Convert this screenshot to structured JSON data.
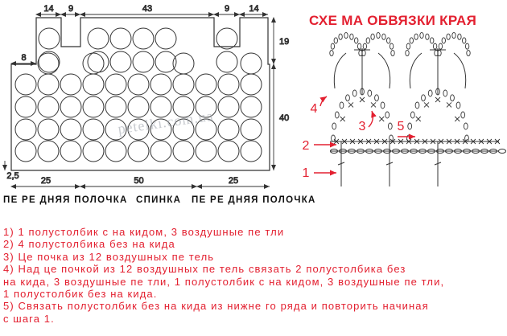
{
  "pattern": {
    "dimensions": {
      "top_left_strap": "14",
      "top_left_gap": "9",
      "top_middle": "43",
      "top_right_gap": "9",
      "top_right_strap": "14",
      "left_step": "8",
      "right_upper_height": "19",
      "right_lower_height": "40",
      "left_bottom_small": "2,5",
      "bottom_left": "25",
      "bottom_middle": "50",
      "bottom_right": "25"
    },
    "labels": {
      "front_left": "ПЕ РЕ ДНЯЯ ПОЛОЧКА",
      "back": "СПИНКА",
      "front_right": "ПЕ РЕ ДНЯЯ ПОЛОЧКА"
    },
    "watermark": "petelki.com.ua"
  },
  "scheme": {
    "title": "СХЕ МА ОБВЯЗКИ КРАЯ",
    "markers": [
      "1",
      "2",
      "3",
      "4",
      "5"
    ],
    "accent_color": "#e32030"
  },
  "instructions": [
    "1) 1 полустолбик с на кидом, 3 воздушные пе тли",
    "2) 4 полустолбика без на кида",
    "3) Це почка из 12 воздушных пе тель",
    "4) Над це почкой из 12 воздушных пе тель связать 2 полустолбика без",
    "на кида, 3 воздушные пе тли, 1 полустолбик с на кидом, 3 воздушные пе тли,",
    "1 полустолбик без на кида.",
    "5) Связать полустолбик без на кида из нижне го ряда и повторить начиная",
    "с шага 1."
  ]
}
